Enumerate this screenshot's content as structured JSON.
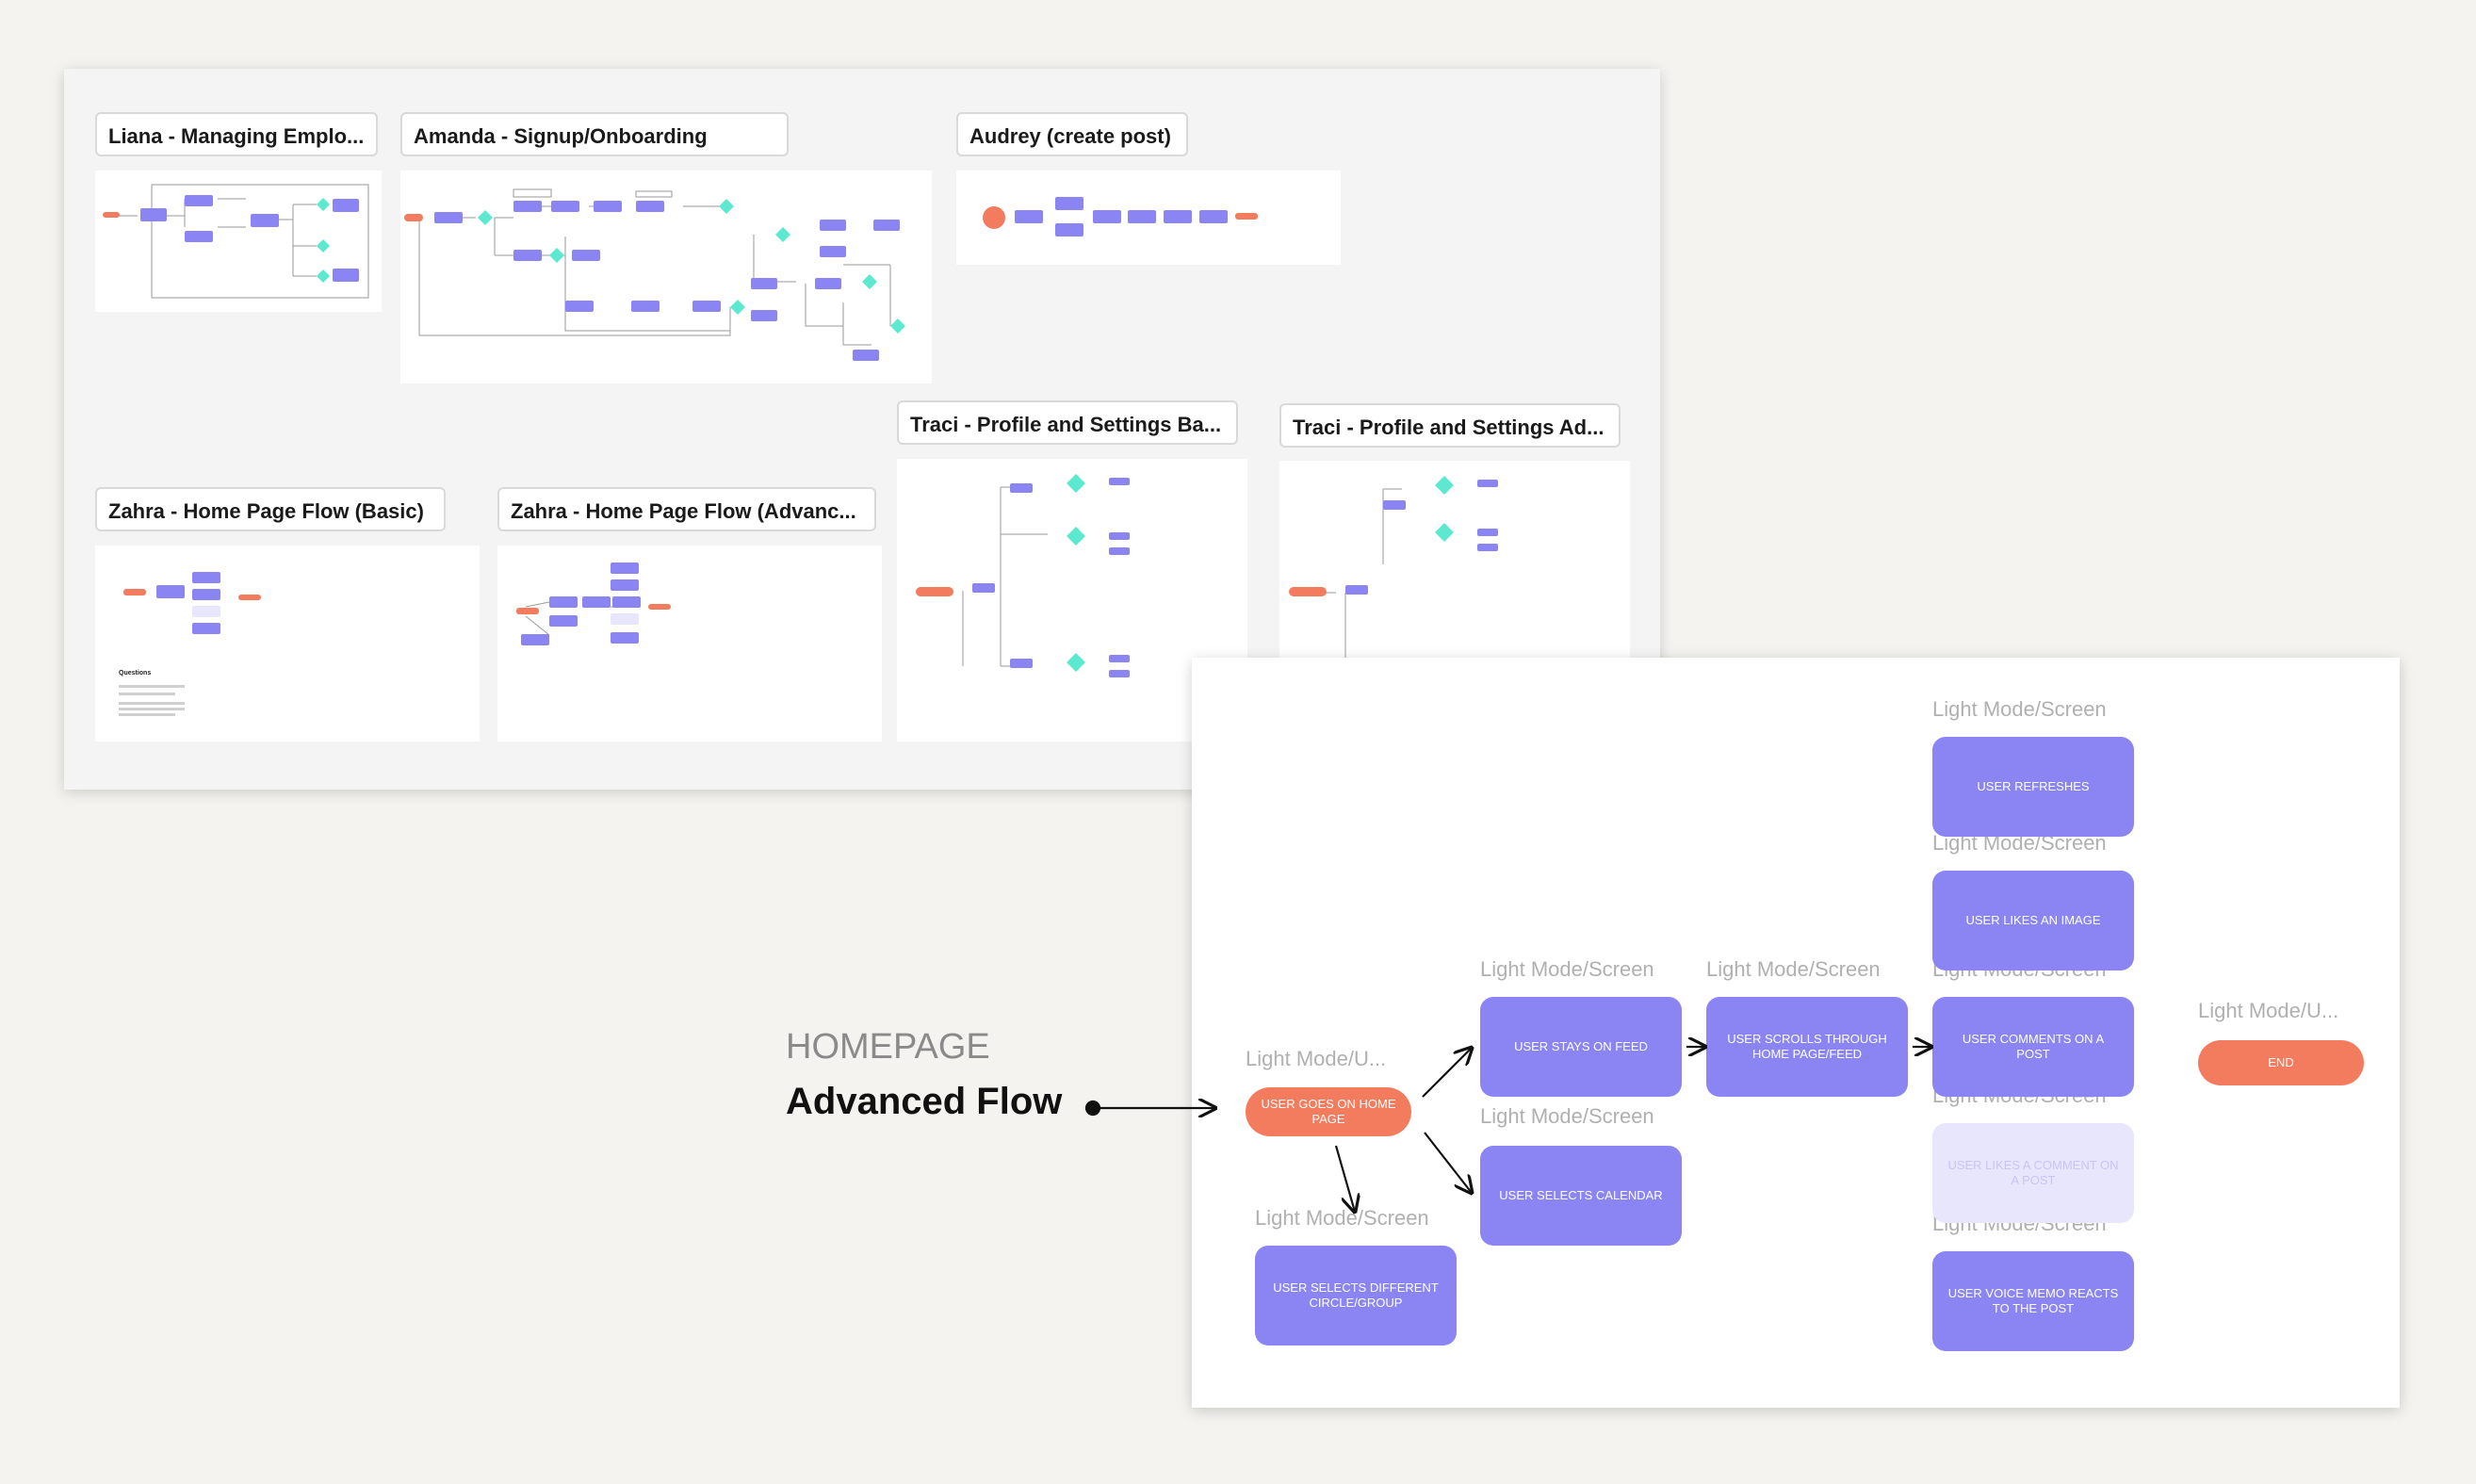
{
  "overview": {
    "flows": [
      {
        "id": "liana",
        "label": "Liana - Managing Emplo..."
      },
      {
        "id": "amanda",
        "label": "Amanda - Signup/Onboarding"
      },
      {
        "id": "audrey",
        "label": "Audrey (create post)"
      },
      {
        "id": "traci_basic",
        "label": "Traci - Profile and Settings Ba..."
      },
      {
        "id": "traci_adv",
        "label": "Traci - Profile and Settings Ad..."
      },
      {
        "id": "zahra_basic",
        "label": "Zahra - Home Page Flow (Basic)"
      },
      {
        "id": "zahra_adv",
        "label": "Zahra - Home Page Flow (Advanc..."
      }
    ],
    "thumb_notes": {
      "zahra_basic_heading": "Questions"
    }
  },
  "callout": {
    "overline": "HOMEPAGE",
    "title": "Advanced Flow"
  },
  "detail": {
    "start": {
      "caption": "Light Mode/U...",
      "label": "USER GOES ON HOME PAGE"
    },
    "select_circle": {
      "caption": "Light Mode/Screen",
      "label": "USER SELECTS DIFFERENT CIRCLE/GROUP"
    },
    "stays_feed": {
      "caption": "Light Mode/Screen",
      "label": "USER STAYS ON FEED"
    },
    "select_calendar": {
      "caption": "Light Mode/Screen",
      "label": "USER SELECTS CALENDAR"
    },
    "scrolls": {
      "caption": "Light Mode/Screen",
      "label": "USER SCROLLS THROUGH HOME PAGE/FEED"
    },
    "refreshes": {
      "caption": "Light Mode/Screen",
      "label": "USER REFRESHES"
    },
    "likes_image": {
      "caption": "Light Mode/Screen",
      "label": "USER LIKES AN IMAGE"
    },
    "comments": {
      "caption": "Light Mode/Screen",
      "label": "USER COMMENTS ON A POST"
    },
    "likes_comment": {
      "caption": "Light Mode/Screen",
      "label": "USER LIKES A COMMENT ON A POST"
    },
    "voice_memo": {
      "caption": "Light Mode/Screen",
      "label": "USER VOICE MEMO REACTS TO THE POST"
    },
    "end": {
      "caption": "Light Mode/U...",
      "label": "END"
    }
  },
  "colors": {
    "screen_card": "#8b85f3",
    "faded_card": "#e8e6fc",
    "terminal": "#f37b5e",
    "decision": "#5de8d0",
    "canvas_bg": "#f4f4f4",
    "page_bg": "#f5f3ef"
  }
}
